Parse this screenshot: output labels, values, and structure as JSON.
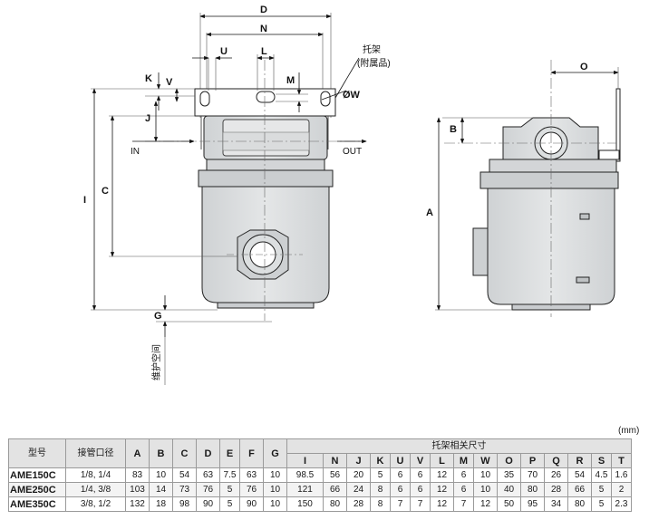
{
  "drawing": {
    "bracket_callout_line1": "托架",
    "bracket_callout_line2": "(附属品)",
    "maintenance_space": "维护空间",
    "in_label": "IN",
    "out_label": "OUT",
    "front_dims": [
      "D",
      "N",
      "U",
      "L",
      "K",
      "V",
      "M",
      "ØW",
      "J",
      "C",
      "I",
      "G"
    ],
    "side_dims": [
      "O",
      "B",
      "A"
    ]
  },
  "table": {
    "units": "(mm)",
    "model_header": "型号",
    "port_header": "接管口径",
    "bracket_group_header": "托架相关尺寸",
    "main_columns": [
      "A",
      "B",
      "C",
      "D",
      "E",
      "F",
      "G"
    ],
    "bracket_columns": [
      "I",
      "N",
      "J",
      "K",
      "U",
      "V",
      "L",
      "M",
      "W",
      "O",
      "P",
      "Q",
      "R",
      "S",
      "T"
    ],
    "rows": [
      {
        "model": "AME150C",
        "port": "1/8, 1/4",
        "A": "83",
        "B": "10",
        "C": "54",
        "D": "63",
        "E": "7.5",
        "F": "63",
        "G": "10",
        "I": "98.5",
        "N": "56",
        "J": "20",
        "K": "5",
        "U": "6",
        "V": "6",
        "L": "12",
        "M": "6",
        "W": "10",
        "O": "35",
        "P": "70",
        "Q": "26",
        "R": "54",
        "S": "4.5",
        "T": "1.6"
      },
      {
        "model": "AME250C",
        "port": "1/4, 3/8",
        "A": "103",
        "B": "14",
        "C": "73",
        "D": "76",
        "E": "5",
        "F": "76",
        "G": "10",
        "I": "121",
        "N": "66",
        "J": "24",
        "K": "8",
        "U": "6",
        "V": "6",
        "L": "12",
        "M": "6",
        "W": "10",
        "O": "40",
        "P": "80",
        "Q": "28",
        "R": "66",
        "S": "5",
        "T": "2"
      },
      {
        "model": "AME350C",
        "port": "3/8, 1/2",
        "A": "132",
        "B": "18",
        "C": "98",
        "D": "90",
        "E": "5",
        "F": "90",
        "G": "10",
        "I": "150",
        "N": "80",
        "J": "28",
        "K": "8",
        "U": "7",
        "V": "7",
        "L": "12",
        "M": "7",
        "W": "12",
        "O": "50",
        "P": "95",
        "Q": "34",
        "R": "80",
        "S": "5",
        "T": "2.3"
      }
    ]
  }
}
